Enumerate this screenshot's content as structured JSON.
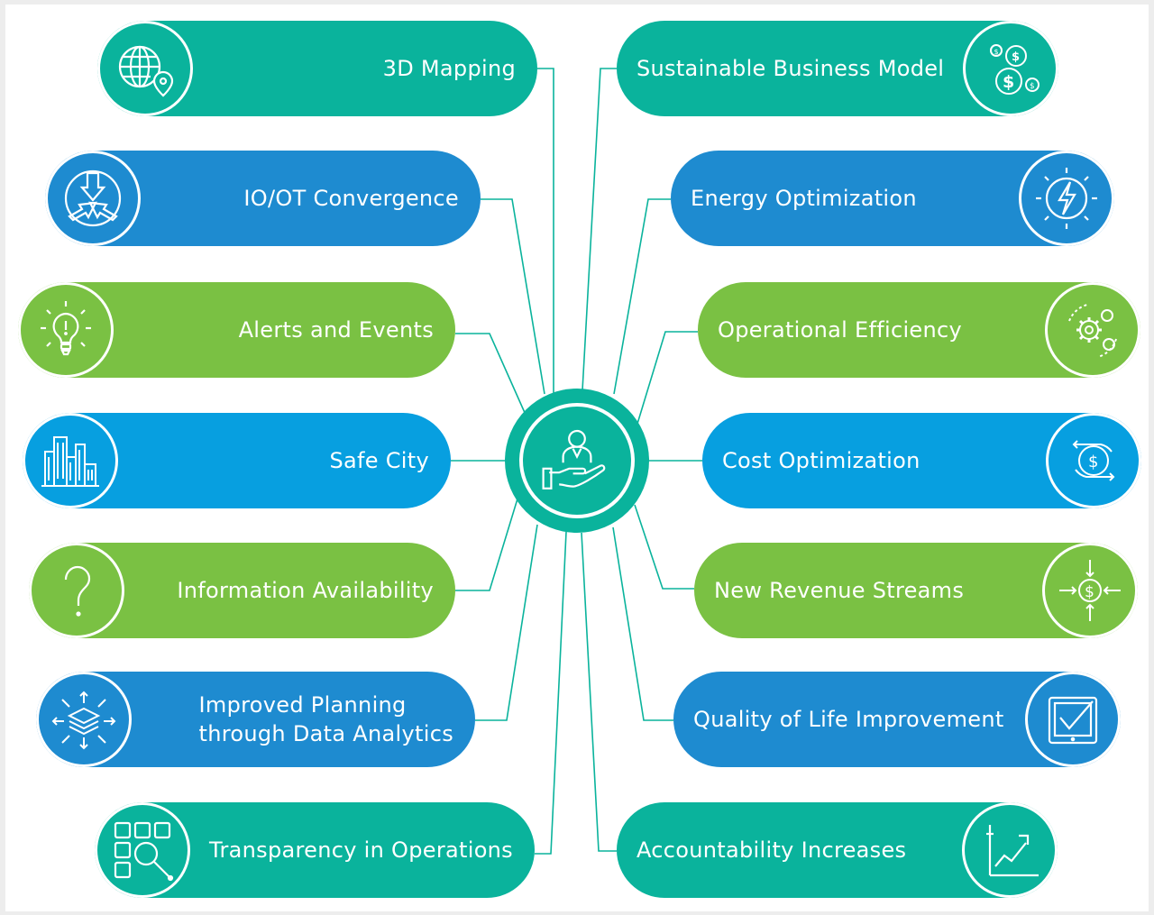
{
  "colors": {
    "teal": "#0ab39c",
    "blue": "#1e8bd0",
    "green": "#7ac143",
    "sky": "#079fe0",
    "line": "#0ab39c"
  },
  "hub": {
    "icon": "person-hand-icon"
  },
  "left": [
    {
      "label": "3D Mapping",
      "icon": "globe-pin-icon"
    },
    {
      "label": "IO/OT Convergence",
      "icon": "converge-arrows-icon"
    },
    {
      "label": "Alerts and Events",
      "icon": "lightbulb-alert-icon"
    },
    {
      "label": "Safe City",
      "icon": "city-buildings-icon"
    },
    {
      "label": "Information Availability",
      "icon": "question-mark-icon"
    },
    {
      "label": "Improved Planning\nthrough Data Analytics",
      "icon": "layers-arrows-icon"
    },
    {
      "label": "Transparency in Operations",
      "icon": "blocks-magnifier-icon"
    }
  ],
  "right": [
    {
      "label": "Sustainable Business Model",
      "icon": "coins-icon"
    },
    {
      "label": "Energy Optimization",
      "icon": "lightning-icon"
    },
    {
      "label": "Operational Efficiency",
      "icon": "gears-icon"
    },
    {
      "label": "Cost Optimization",
      "icon": "dollar-cycle-icon"
    },
    {
      "label": "New Revenue Streams",
      "icon": "dollar-inflow-icon"
    },
    {
      "label": "Quality of Life Improvement",
      "icon": "checkbox-tablet-icon"
    },
    {
      "label": "Accountability Increases",
      "icon": "trend-chart-icon"
    }
  ]
}
